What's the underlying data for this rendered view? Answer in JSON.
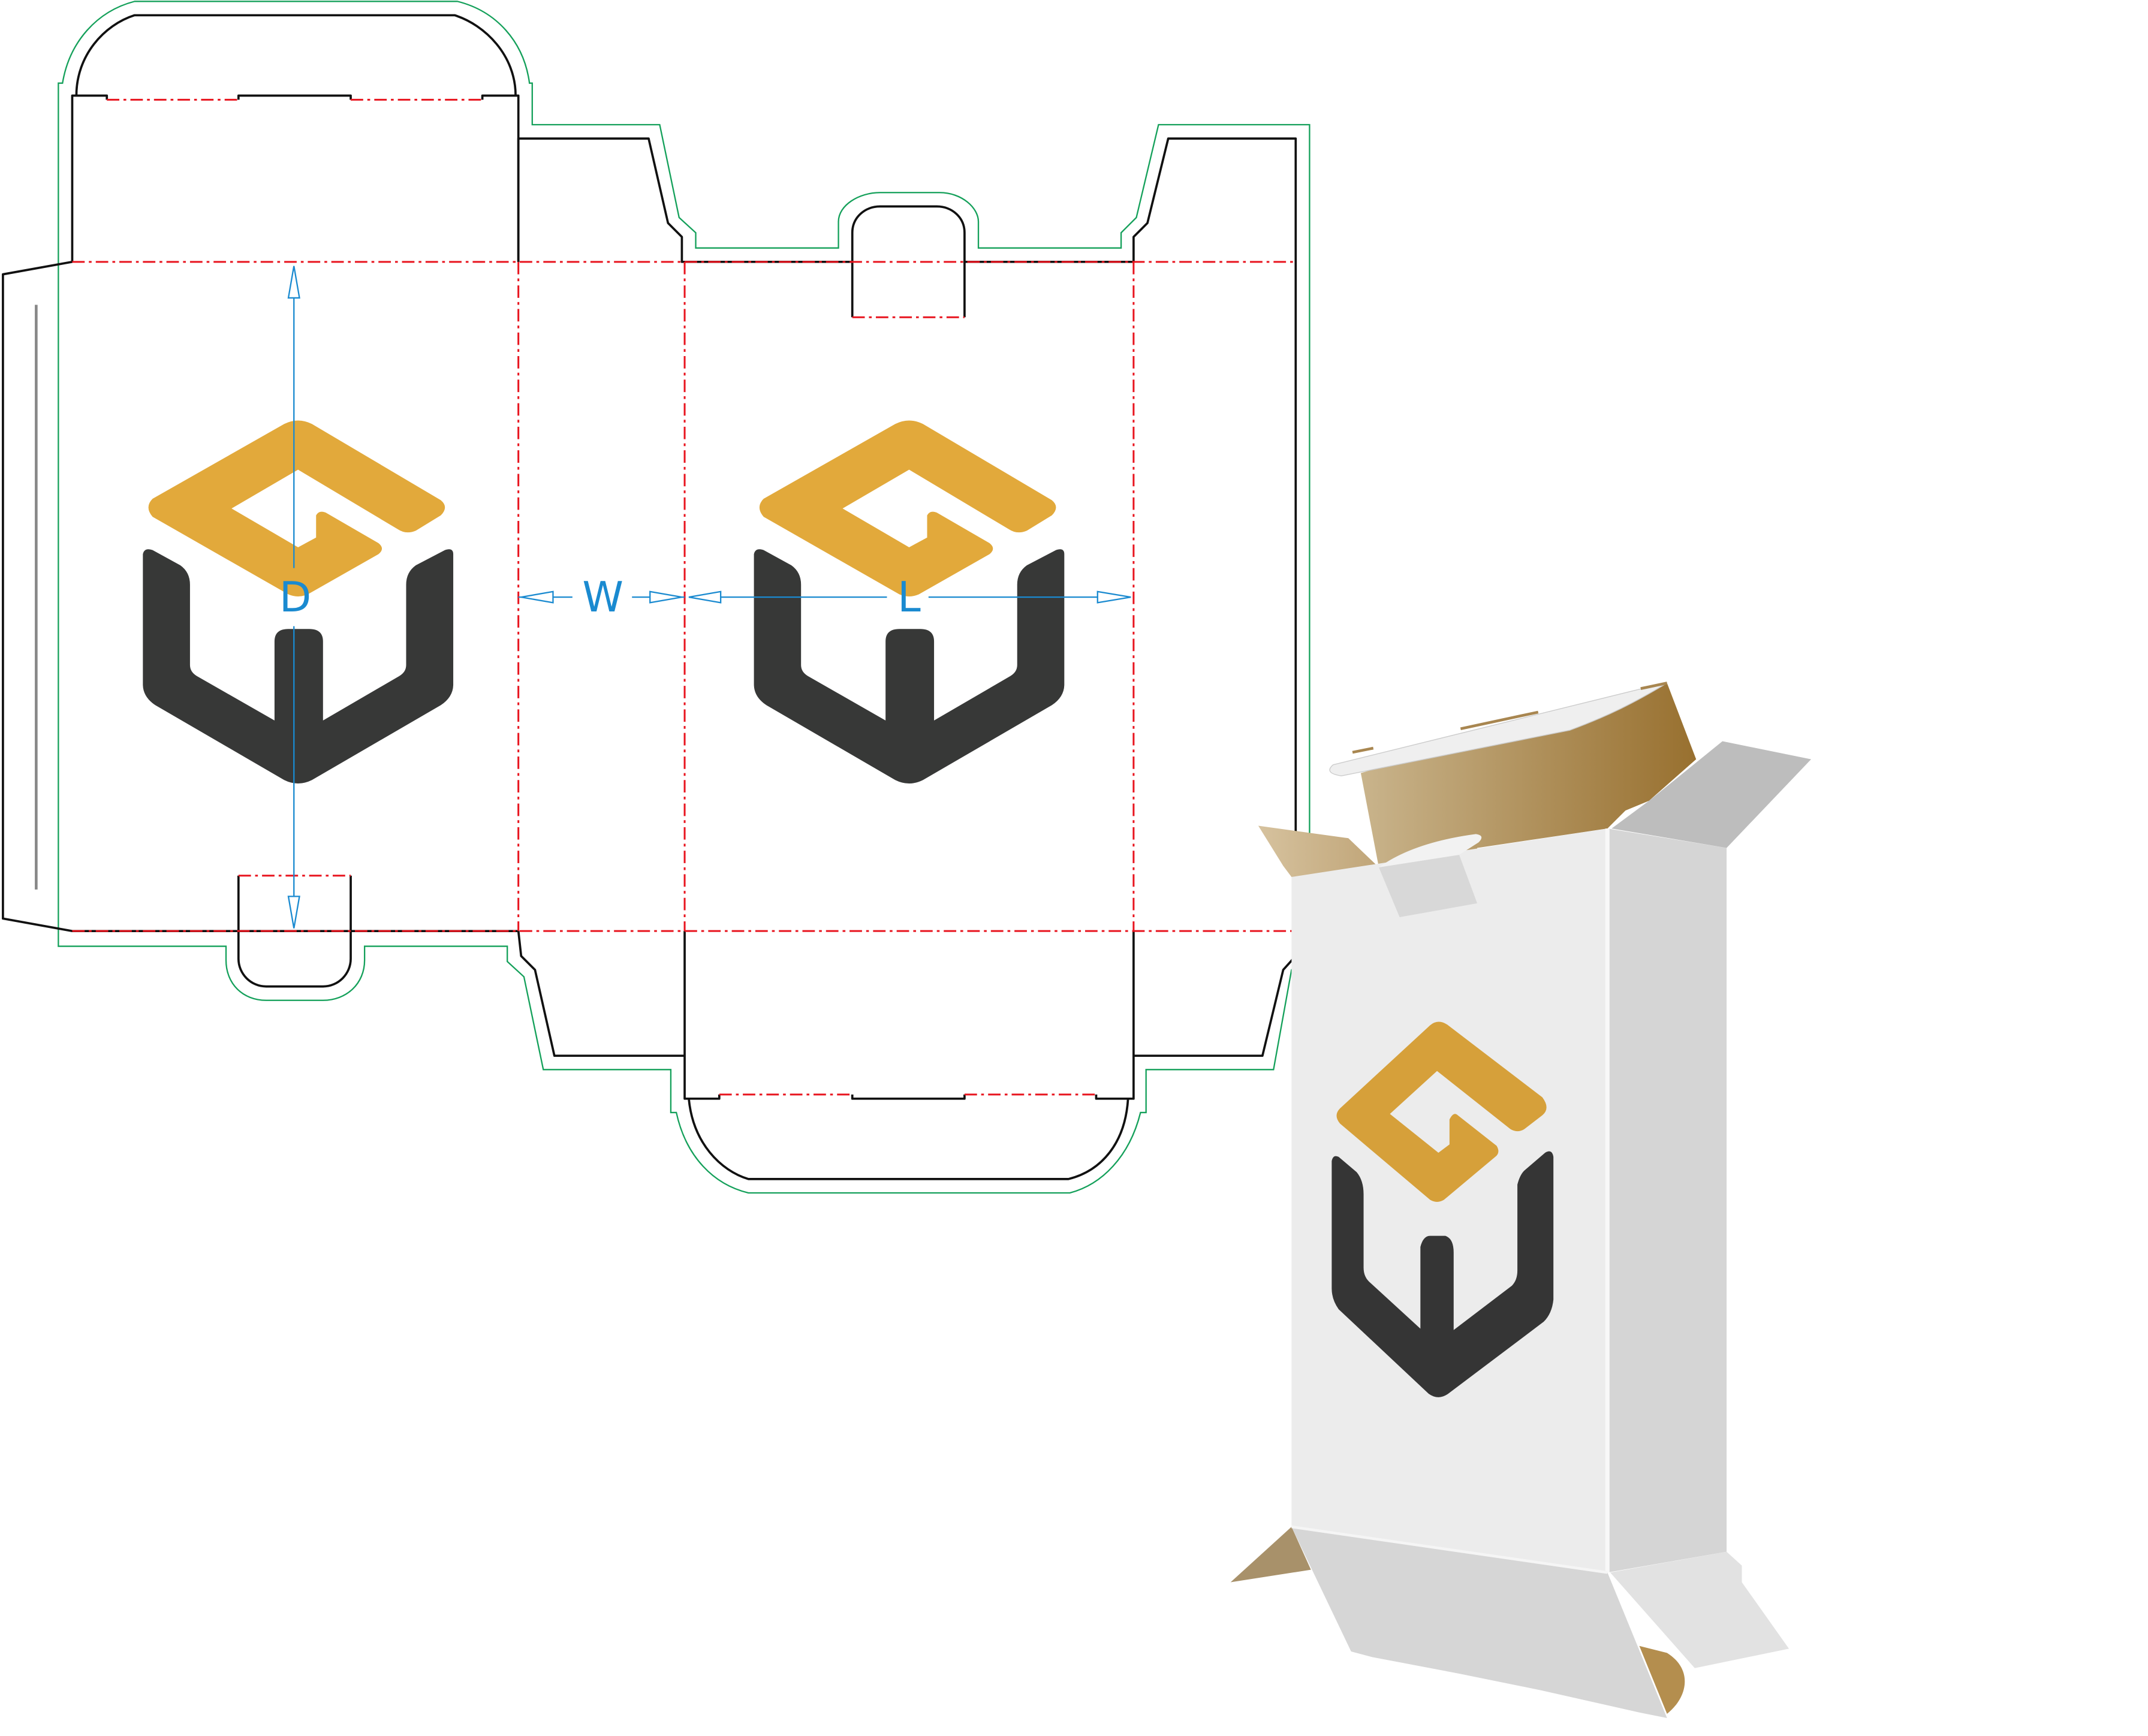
{
  "dimensions": {
    "depth_label": "D",
    "width_label": "W",
    "length_label": "L"
  },
  "colors": {
    "cut_line": "#111111",
    "bleed_line": "#14a05a",
    "fold_line": "#e8141e",
    "dimension_line": "#1a8ad0",
    "logo_gold": "#e2a93b",
    "logo_dark": "#373837",
    "box_front": "#ececec",
    "box_side": "#d5d5d5",
    "kraft": "#a88650"
  },
  "icons": {
    "logo": "gold-diamond-and-dark-w-cube-logo"
  }
}
